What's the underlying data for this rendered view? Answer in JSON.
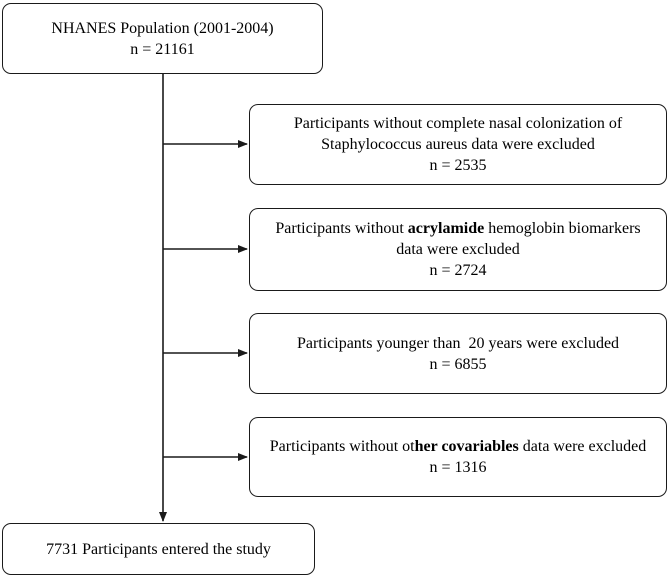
{
  "top": {
    "line1": "NHANES Population (2001-2004)",
    "line2": "n = 21161"
  },
  "exclusions": [
    {
      "line1": "Participants without complete nasal colonization of",
      "line2": "Staphylococcus aureus data were excluded",
      "count": "n = 2535"
    },
    {
      "line1_pre": "Participants without ",
      "line1_bold": "acrylamide",
      "line1_post": " hemoglobin biomarkers",
      "line2": "data were excluded",
      "count": "n = 2724"
    },
    {
      "line1": "Participants younger than  20 years were excluded",
      "count": "n = 6855"
    },
    {
      "line1_pre": "Participants without ot",
      "line1_bold": "her covariables",
      "line1_post": " data were excluded",
      "count": "n = 1316"
    }
  ],
  "final": {
    "text": "7731 Participants entered the study"
  }
}
